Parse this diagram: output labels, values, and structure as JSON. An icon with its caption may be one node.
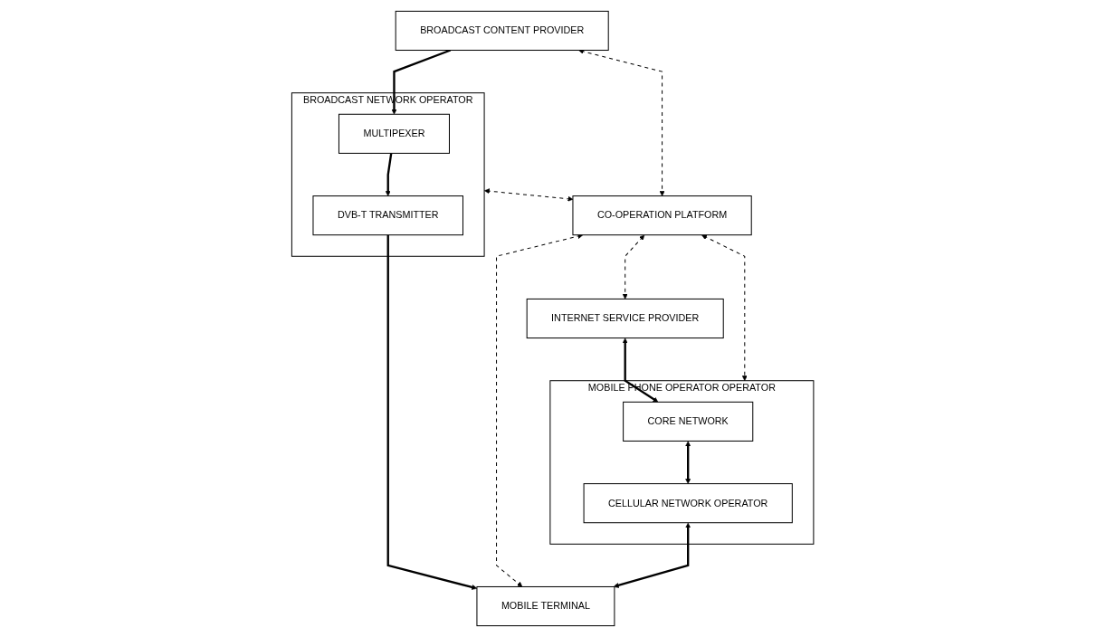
{
  "diagram": {
    "nodes": [
      {
        "text": [
          "BROADCAST CONTENT PROVIDER"
        ]
      },
      {
        "text": [
          "BROADCAST NETWORK OPERATOR"
        ]
      },
      {
        "text": [
          "MULTIPEXER"
        ],
        "in": 1
      },
      {
        "text": [
          "DVB-T TRANSMITTER"
        ],
        "in": 1
      },
      {
        "text": [
          "MOBILE TERMINAL"
        ]
      },
      {
        "text": [
          "CO-OPERATION PLATFORM"
        ]
      },
      {
        "text": [
          "MOBILE PHONE OPERATOR OPERATOR"
        ]
      },
      {
        "text": [
          "INTERNET SERVICE PROVIDER"
        ]
      },
      {
        "text": [
          "CORE NETWORK"
        ],
        "in": 6
      },
      {
        "text": [
          "CELLULAR NETWORK OPERATOR"
        ],
        "in": 6
      }
    ],
    "edges": [
      {
        "from": 0,
        "to": 2,
        "arrow": "to"
      },
      {
        "from": 2,
        "to": 3,
        "arrow": "to"
      },
      {
        "from": 3,
        "to": 4,
        "arrow": "to"
      },
      {
        "from": 0,
        "to": 5,
        "arrow": "both",
        "style": "dashed"
      },
      {
        "from": 1,
        "to": 5,
        "arrow": "both",
        "style": "dashed"
      },
      {
        "from": 5,
        "to": 4,
        "arrow": "both",
        "style": "dashed"
      },
      {
        "from": 5,
        "to": 6,
        "arrow": "both",
        "style": "dashed"
      },
      {
        "from": 5,
        "to": 7,
        "arrow": "both",
        "style": "dashed"
      },
      {
        "from": 7,
        "to": 8,
        "arrow": "both"
      },
      {
        "from": 8,
        "to": 9,
        "arrow": "both"
      },
      {
        "from": 9,
        "to": 4,
        "arrow": "both"
      }
    ]
  }
}
